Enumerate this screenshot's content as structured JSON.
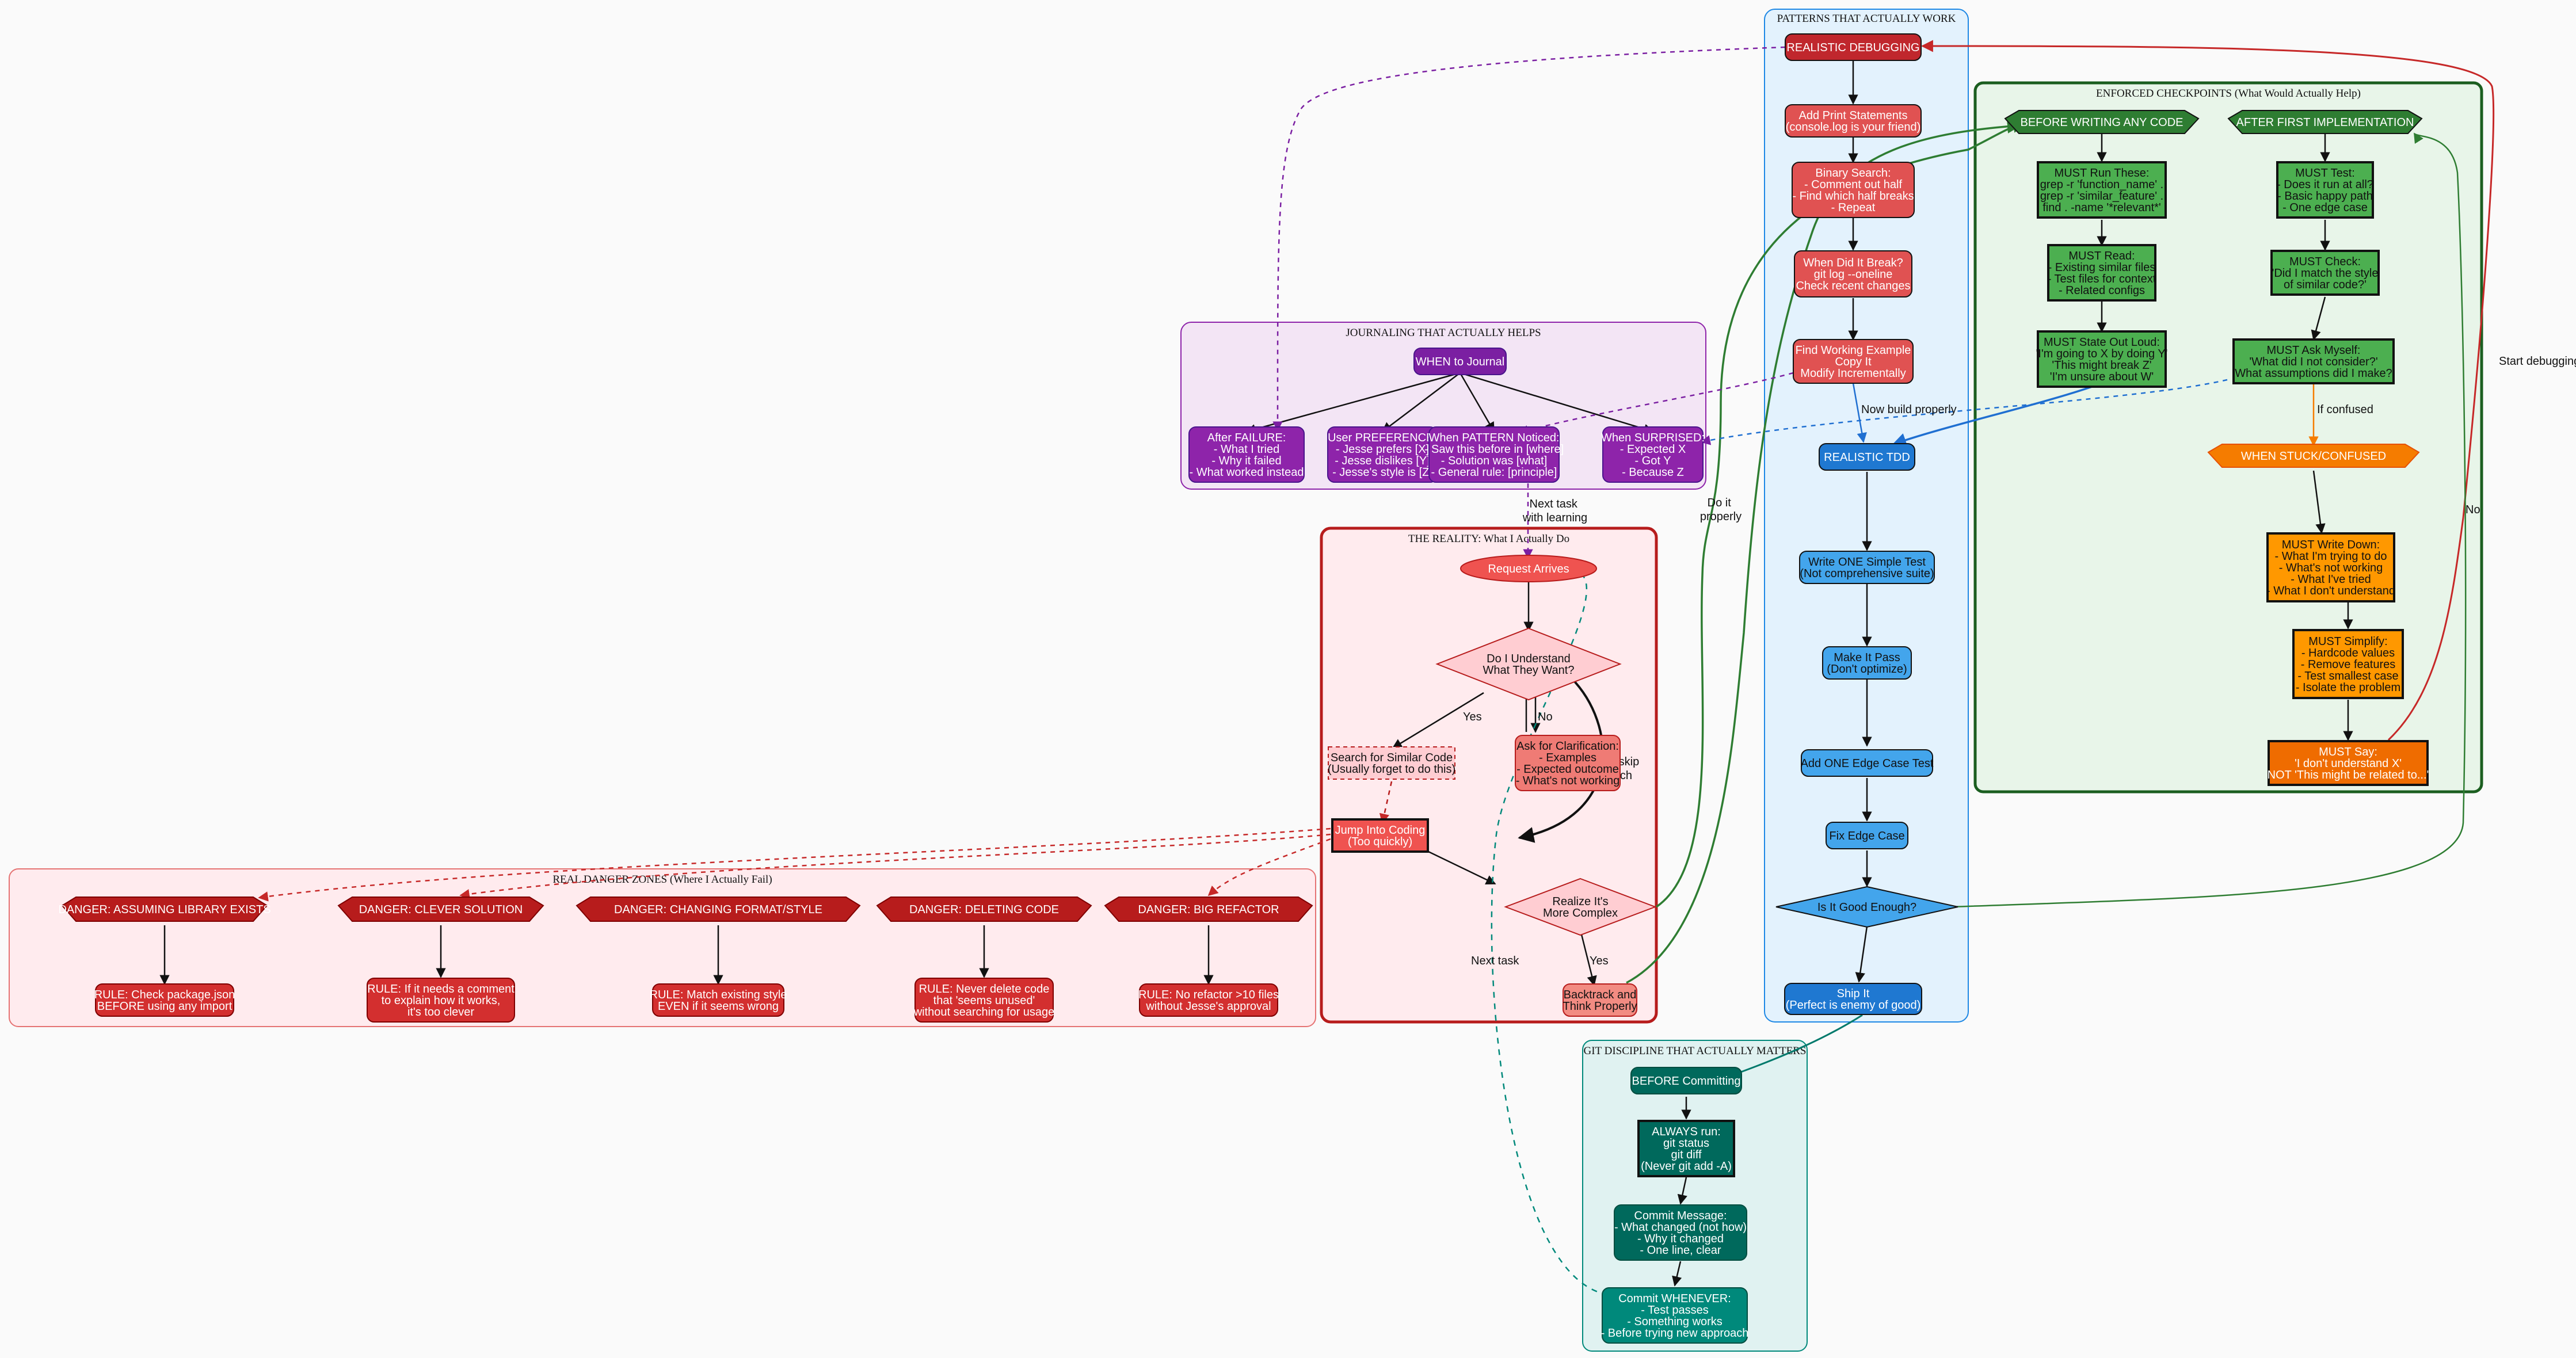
{
  "clusters": {
    "patterns": "PATTERNS THAT ACTUALLY WORK",
    "checkpoints": "ENFORCED CHECKPOINTS (What Would Actually Help)",
    "journaling": "JOURNALING THAT ACTUALLY HELPS",
    "reality": "THE REALITY: What I Actually Do",
    "danger": "REAL DANGER ZONES (Where I Actually Fail)",
    "git": "GIT DISCIPLINE THAT ACTUALLY MATTERS"
  },
  "nodes": {
    "realistic_debugging": [
      "REALISTIC DEBUGGING"
    ],
    "add_print": [
      "Add Print Statements",
      "(console.log is your friend)"
    ],
    "binary_search": [
      "Binary Search:",
      "- Comment out half",
      "- Find which half breaks",
      "- Repeat"
    ],
    "when_break": [
      "When Did It Break?",
      "git log --oneline",
      "Check recent changes"
    ],
    "find_working": [
      "Find Working Example",
      "Copy It",
      "Modify Incrementally"
    ],
    "realistic_tdd": [
      "REALISTIC TDD"
    ],
    "write_test": [
      "Write ONE Simple Test",
      "(Not comprehensive suite)"
    ],
    "make_pass": [
      "Make It Pass",
      "(Don't optimize)"
    ],
    "add_edge": [
      "Add ONE Edge Case Test"
    ],
    "fix_edge": [
      "Fix Edge Case"
    ],
    "good_enough": [
      "Is It Good Enough?"
    ],
    "ship_it": [
      "Ship It",
      "(Perfect is enemy of good)"
    ],
    "before_writing": [
      "BEFORE WRITING ANY CODE"
    ],
    "after_first": [
      "AFTER FIRST IMPLEMENTATION"
    ],
    "must_run": [
      "MUST Run These:",
      "grep -r 'function_name' .",
      "grep -r 'similar_feature' .",
      "find . -name '*relevant*'"
    ],
    "must_read": [
      "MUST Read:",
      "- Existing similar files",
      "- Test files for context",
      "- Related configs"
    ],
    "must_state": [
      "MUST State Out Loud:",
      "'I'm going to X by doing Y'",
      "'This might break Z'",
      "'I'm unsure about W'"
    ],
    "must_test": [
      "MUST Test:",
      "- Does it run at all?",
      "- Basic happy path",
      "- One edge case"
    ],
    "must_check": [
      "MUST Check:",
      "'Did I match the style",
      "of similar code?'"
    ],
    "must_ask": [
      "MUST Ask Myself:",
      "'What did I not consider?'",
      "'What assumptions did I make?'"
    ],
    "when_stuck": [
      "WHEN STUCK/CONFUSED"
    ],
    "must_write": [
      "MUST Write Down:",
      "- What I'm trying to do",
      "- What's not working",
      "- What I've tried",
      "- What I don't understand"
    ],
    "must_simplify": [
      "MUST Simplify:",
      "- Hardcode values",
      "- Remove features",
      "- Test smallest case",
      "- Isolate the problem"
    ],
    "must_say": [
      "MUST Say:",
      "'I don't understand X'",
      "NOT 'This might be related to...'"
    ],
    "when_journal": [
      "WHEN to Journal"
    ],
    "after_failure": [
      "After FAILURE:",
      "- What I tried",
      "- Why it failed",
      "- What worked instead"
    ],
    "user_pref": [
      "User PREFERENCE:",
      "- Jesse prefers [X]",
      "- Jesse dislikes [Y]",
      "- Jesse's style is [Z]"
    ],
    "pattern_noticed": [
      "When PATTERN Noticed:",
      "- Saw this before in [where]",
      "- Solution was [what]",
      "- General rule: [principle]"
    ],
    "when_surprised": [
      "When SURPRISED:",
      "- Expected X",
      "- Got Y",
      "- Because Z"
    ],
    "request_arrives": [
      "Request Arrives"
    ],
    "understand": [
      "Do I Understand",
      "What They Want?"
    ],
    "ask_clarification": [
      "Ask for Clarification:",
      "- Examples",
      "- Expected outcome",
      "- What's not working"
    ],
    "search_similar": [
      "Search for Similar Code",
      "(Usually forget to do this)"
    ],
    "jump_coding": [
      "Jump Into Coding",
      "(Too quickly)"
    ],
    "realize_complex": [
      "Realize It's",
      "More Complex"
    ],
    "backtrack": [
      "Backtrack and",
      "Think Properly"
    ],
    "danger_library": [
      "DANGER: ASSUMING LIBRARY EXISTS"
    ],
    "danger_clever": [
      "DANGER: CLEVER SOLUTION"
    ],
    "danger_format": [
      "DANGER: CHANGING FORMAT/STYLE"
    ],
    "danger_delete": [
      "DANGER: DELETING CODE"
    ],
    "danger_refactor": [
      "DANGER: BIG REFACTOR"
    ],
    "rule_package": [
      "RULE: Check package.json",
      "BEFORE using any import"
    ],
    "rule_comment": [
      "RULE: If it needs a comment",
      "to explain how it works,",
      "it's too clever"
    ],
    "rule_style": [
      "RULE: Match existing style",
      "EVEN if it seems wrong"
    ],
    "rule_delete": [
      "RULE: Never delete code",
      "that 'seems unused'",
      "without searching for usage"
    ],
    "rule_refactor": [
      "RULE: No refactor >10 files",
      "without Jesse's approval"
    ],
    "before_committing": [
      "BEFORE Committing"
    ],
    "always_run": [
      "ALWAYS run:",
      "git status",
      "git diff",
      "(Never git add -A)"
    ],
    "commit_message": [
      "Commit Message:",
      "- What changed (not how)",
      "- Why it changed",
      "- One line, clear"
    ],
    "commit_whenever": [
      "Commit WHENEVER:",
      "- Test passes",
      "- Something works",
      "- Before trying new approach"
    ]
  },
  "edge_labels": {
    "now_build": "Now build properly",
    "if_confused": "If confused",
    "start_debugging": "Start debugging",
    "no_right": "No",
    "do_it_properly": [
      "Do it",
      "properly"
    ],
    "next_task_learning": [
      "Next task",
      "with learning"
    ],
    "yes_understand": "Yes",
    "no_understand": "No",
    "often_skip": [
      "Often skip",
      "search"
    ],
    "yes_complex": "Yes",
    "next_task": "Next task"
  },
  "colors": {
    "background": "#fafafa",
    "red": "#e05252",
    "red_dark": "#c0272d",
    "blue": "#1f78d1",
    "blue_light": "#43a5ec",
    "green_dark": "#2e7d32",
    "green": "#4caf50",
    "orange": "#ff9800",
    "orange_dark": "#f57c00",
    "purple_dark": "#7b1fa2",
    "purple": "#8e24aa",
    "danger": "#b71c1c",
    "rule": "#d32f2f",
    "teal_dark": "#00695c",
    "teal": "#00897b"
  }
}
